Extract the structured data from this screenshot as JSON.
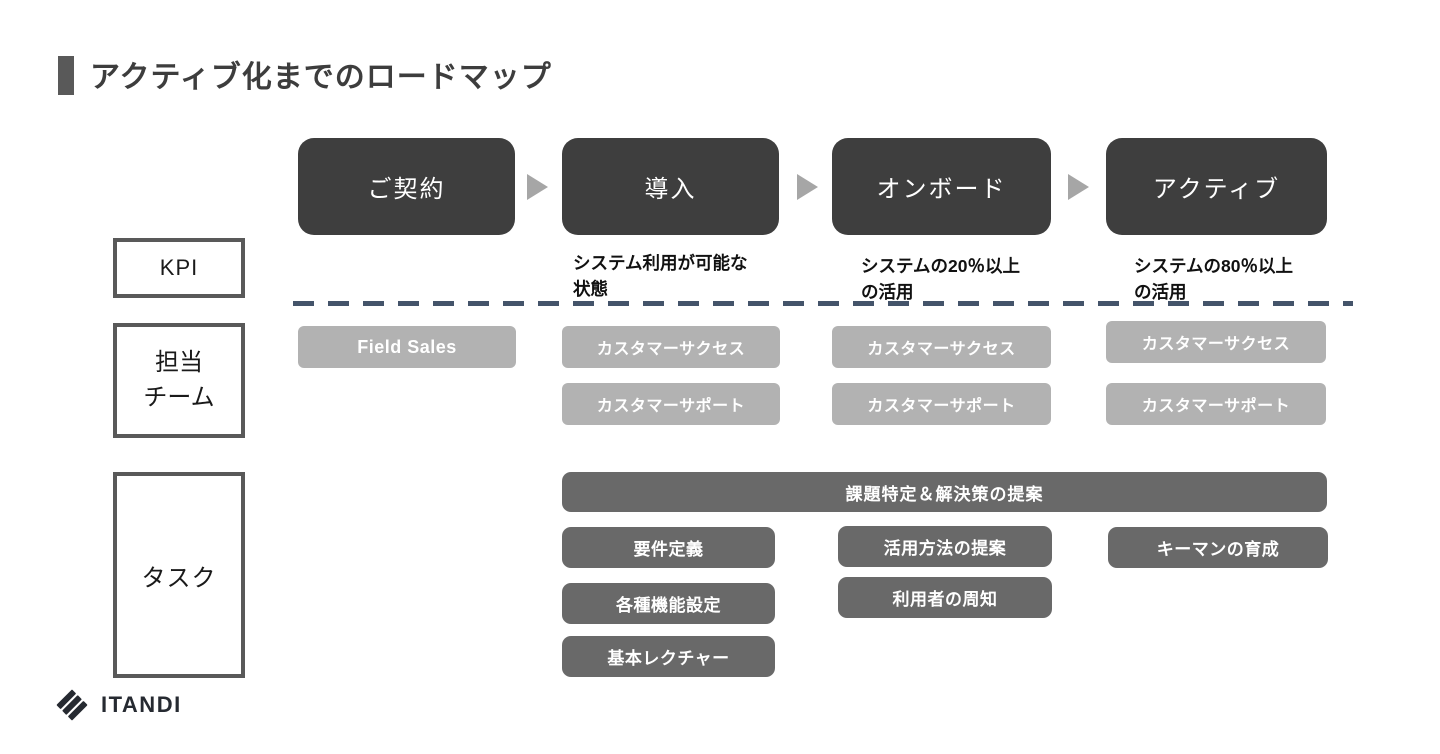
{
  "title": {
    "text": "アクティブ化までのロードマップ"
  },
  "stages": [
    {
      "label": "ご契約"
    },
    {
      "label": "導入"
    },
    {
      "label": "オンボード"
    },
    {
      "label": "アクティブ"
    }
  ],
  "kpi": {
    "row_label": "KPI",
    "items": [
      {
        "col": 2,
        "text": "システム利用が可能な状態"
      },
      {
        "col": 3,
        "text": "システムの20％以上の活用"
      },
      {
        "col": 4,
        "text": "システムの80％以上の活用"
      }
    ]
  },
  "team": {
    "row_label": "担当\nチーム",
    "items": [
      {
        "col": 1,
        "label": "Field Sales"
      },
      {
        "col": 2,
        "label": "カスタマーサクセス"
      },
      {
        "col": 2,
        "label": "カスタマーサポート"
      },
      {
        "col": 3,
        "label": "カスタマーサクセス"
      },
      {
        "col": 3,
        "label": "カスタマーサポート"
      },
      {
        "col": 4,
        "label": "カスタマーサクセス"
      },
      {
        "col": 4,
        "label": "カスタマーサポート"
      }
    ]
  },
  "task": {
    "row_label": "タスク",
    "spanning": "課題特定＆解決策の提案",
    "items": [
      {
        "col": 2,
        "label": "要件定義"
      },
      {
        "col": 2,
        "label": "各種機能設定"
      },
      {
        "col": 2,
        "label": "基本レクチャー"
      },
      {
        "col": 3,
        "label": "活用方法の提案"
      },
      {
        "col": 3,
        "label": "利用者の周知"
      },
      {
        "col": 4,
        "label": "キーマンの育成"
      }
    ]
  },
  "logo": {
    "brand": "ITANDI",
    "icon": "itandi-diamond-mark"
  },
  "colors": {
    "stage_box": "#3e3e3e",
    "flow_arrow": "#a6a6a6",
    "team_chip": "#b2b2b2",
    "task_chip": "#696969",
    "dashed_divider": "#44546a",
    "row_box_border": "#595959",
    "title_accent": "#595959"
  }
}
